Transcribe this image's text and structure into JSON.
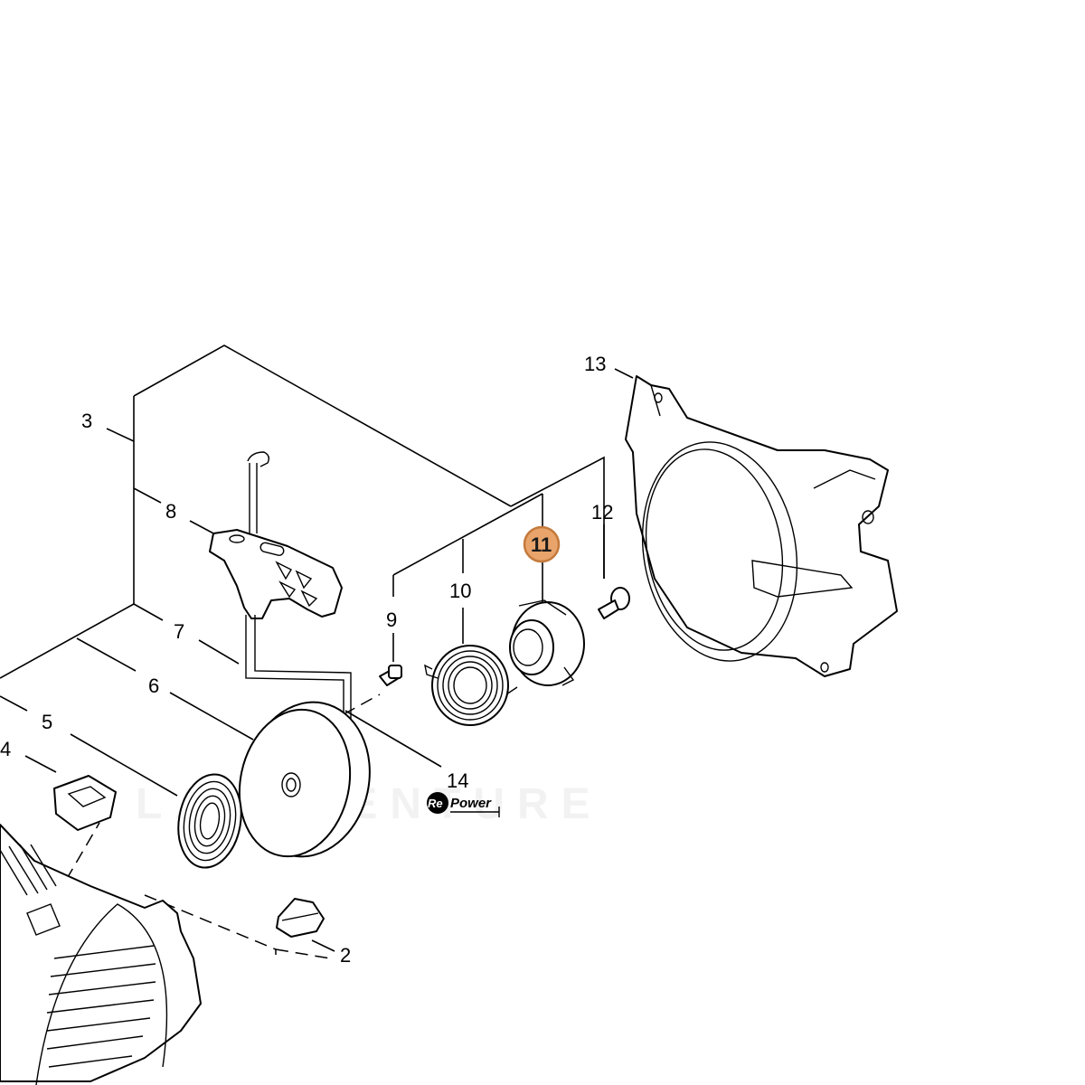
{
  "callouts": {
    "c2": "2",
    "c3": "3",
    "c4": "4",
    "c5": "5",
    "c6": "6",
    "c7": "7",
    "c8": "8",
    "c9": "9",
    "c10": "10",
    "c11": "11",
    "c12": "12",
    "c13": "13",
    "c14": "14"
  },
  "highlight": {
    "part": "11",
    "color": "#e8a46b",
    "border": "#c47a3c"
  },
  "logo": {
    "prefix": "Re",
    "suffix": "Power"
  },
  "watermark": "LAADVENTURE"
}
